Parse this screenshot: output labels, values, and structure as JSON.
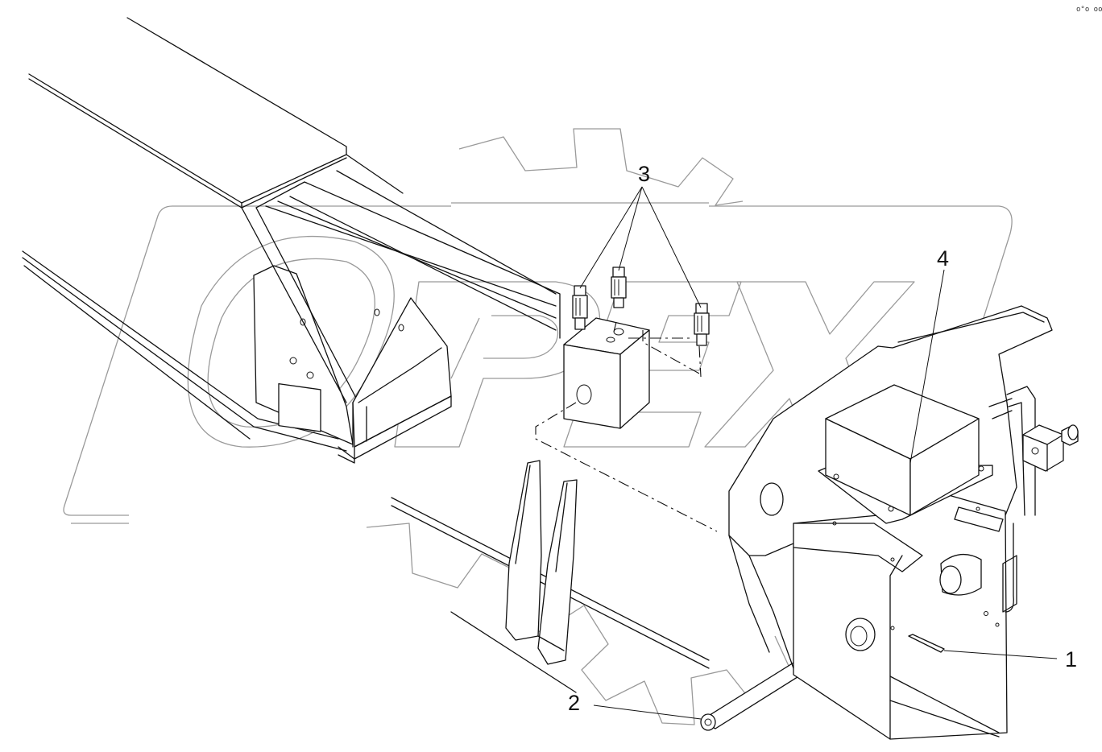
{
  "corner_mark": "o°o ooo",
  "watermark": {
    "text": "OPEX",
    "color": "#9a9a9a"
  },
  "callouts": [
    {
      "id": "callout-1",
      "number": "1",
      "part": "cotter-pin"
    },
    {
      "id": "callout-2",
      "number": "2",
      "part": "pivot-pin"
    },
    {
      "id": "callout-3",
      "number": "3",
      "part": "hydraulic-fittings"
    },
    {
      "id": "callout-4",
      "number": "4",
      "part": "valve-block-cover"
    }
  ]
}
